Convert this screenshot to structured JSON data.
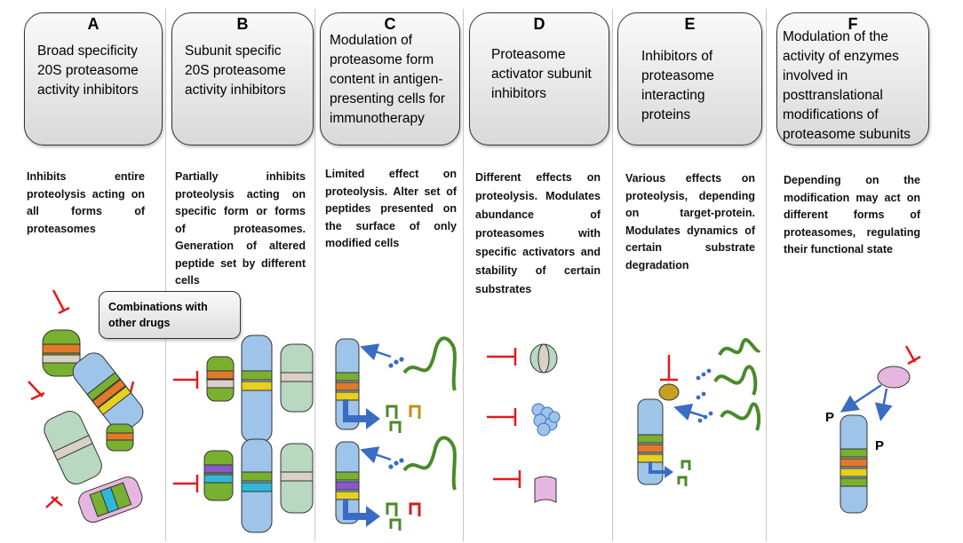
{
  "columns": [
    {
      "letter": "A",
      "title": "Broad specificity 20S proteasome activity inhibitors",
      "description": "Inhibits entire proteolysis acting on all forms of proteasomes"
    },
    {
      "letter": "B",
      "title": "Subunit specific 20S proteasome activity inhibitors",
      "description": "Partially inhibits proteolysis acting on specific form or forms of proteasomes. Generation of altered peptide set by different cells"
    },
    {
      "letter": "C",
      "title": "Modulation of proteasome form content in antigen-presenting cells for immunotherapy",
      "description": "Limited effect on proteolysis. Alter set of peptides presented on the surface of only modified cells"
    },
    {
      "letter": "D",
      "title": "Proteasome activator subunit inhibitors",
      "description": "Different effects on proteolysis. Modulates abundance of proteasomes with specific activators and stability of certain substrates"
    },
    {
      "letter": "E",
      "title": "Inhibitors of proteasome interacting proteins",
      "description": "Various effects on proteolysis, depending on target-protein. Modulates dynamics of certain substrate degradation"
    },
    {
      "letter": "F",
      "title": "Modulation of the activity of enzymes involved in posttranslational modifications of proteasome subunits",
      "description": "Depending on the modification may act on different forms of proteasomes, regulating their functional state"
    }
  ],
  "combination_box": "Combinations with other drugs",
  "phospho_label": "P",
  "colors": {
    "inhibitor": "#e41a1c",
    "arrow": "#3a6cc4",
    "peptide_green": "#4a8a2a",
    "proteasome_blue": "#8cb4e0"
  }
}
